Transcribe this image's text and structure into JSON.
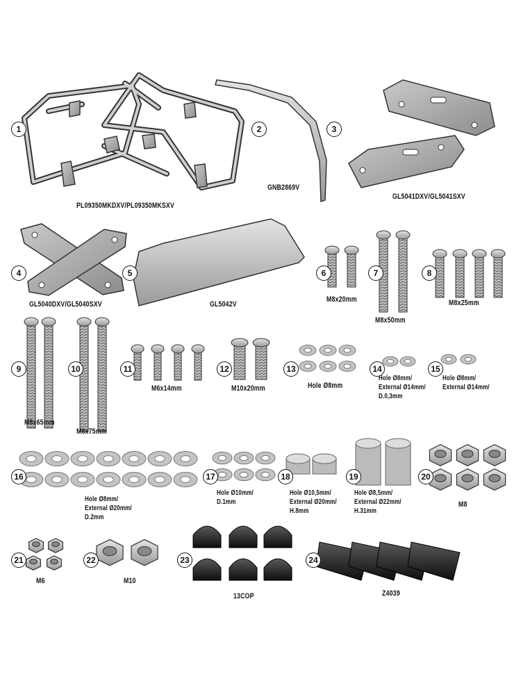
{
  "parts": [
    {
      "num": "1",
      "code": "PL09350MKDXV/PL09350MKSXV"
    },
    {
      "num": "2"
    },
    {
      "num": "3",
      "code": "GNB2869V"
    },
    {
      "num": "",
      "code": "GL5041DXV/GL5041SXV"
    },
    {
      "num": "4",
      "code": "GL5040DXV/GL5040SXV"
    },
    {
      "num": "5",
      "code": "GL5042V"
    },
    {
      "num": "6",
      "code": "M8x20mm"
    },
    {
      "num": "7",
      "code": "M8x50mm"
    },
    {
      "num": "8",
      "code": "M8x25mm"
    },
    {
      "num": "9",
      "code": "M8x65mm"
    },
    {
      "num": "10",
      "code": "M8x75mm"
    },
    {
      "num": "11",
      "code": "M6x14mm"
    },
    {
      "num": "12",
      "code": "M10x20mm"
    },
    {
      "num": "13",
      "code": "Hole Ø8mm"
    },
    {
      "num": "14",
      "code": "Hole Ø8mm/\nExternal Ø14mm/\nD.0,3mm"
    },
    {
      "num": "15",
      "code": "Hole Ø8mm/\nExternal Ø14mm/"
    },
    {
      "num": "16",
      "code": "Hole Ø8mm/\nExternal Ø20mm/\nD.2mm"
    },
    {
      "num": "17",
      "code": "Hole Ø10mm/\nD.1mm"
    },
    {
      "num": "18",
      "code": "Hole Ø10,5mm/\nExternal Ø20mm/\nH.8mm"
    },
    {
      "num": "19",
      "code": "Hole Ø8,5mm/\nExternal Ø22mm/\nH.31mm"
    },
    {
      "num": "20",
      "code": "M8"
    },
    {
      "num": "21",
      "code": "M6"
    },
    {
      "num": "22",
      "code": "M10"
    },
    {
      "num": "23",
      "code": "13COP"
    },
    {
      "num": "24",
      "code": "Z4039"
    }
  ]
}
